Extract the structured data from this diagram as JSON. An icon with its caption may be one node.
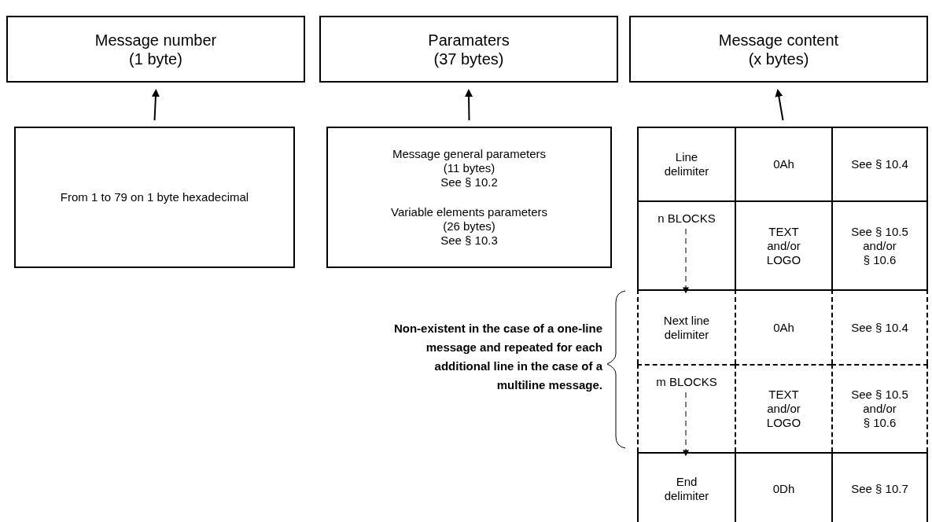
{
  "diagram": {
    "nodes": [
      {
        "text": [
          "Message number",
          "(1 byte)"
        ]
      },
      {
        "text": [
          "Paramaters",
          "(37 bytes)"
        ]
      },
      {
        "text": [
          "Message content",
          "(x bytes)"
        ]
      },
      {
        "text": [
          "From 1 to 79 on 1 byte hexadecimal"
        ]
      },
      {
        "text": [
          "Message general parameters",
          "(11 bytes)",
          "See § 10.2",
          "Variable elements parameters",
          "(26 bytes)",
          "See § 10.3"
        ]
      },
      {
        "text": [
          "Line",
          "delimiter"
        ]
      },
      {
        "text": [
          "0Ah"
        ]
      },
      {
        "text": [
          "See § 10.4"
        ]
      },
      {
        "text": [
          "n BLOCKS"
        ]
      },
      {
        "text": [
          "TEXT",
          "and/or",
          "LOGO"
        ]
      },
      {
        "text": [
          "See § 10.5",
          "and/or",
          "§ 10.6"
        ]
      },
      {
        "text": [
          "Next line",
          "delimiter"
        ]
      },
      {
        "text": [
          "0Ah"
        ]
      },
      {
        "text": [
          "See § 10.4"
        ]
      },
      {
        "text": [
          "m BLOCKS"
        ]
      },
      {
        "text": [
          "TEXT",
          "and/or",
          "LOGO"
        ]
      },
      {
        "text": [
          "See § 10.5",
          "and/or",
          "§ 10.6"
        ]
      },
      {
        "text": [
          "End",
          "delimiter"
        ]
      },
      {
        "text": [
          "0Dh"
        ]
      },
      {
        "text": [
          "See § 10.7"
        ]
      }
    ],
    "edges": [
      {
        "from": 3,
        "to": 0,
        "arrow": "to"
      },
      {
        "from": 4,
        "to": 1,
        "arrow": "to"
      },
      {
        "from": 6,
        "to": 2,
        "arrow": "to"
      },
      {
        "from": 8,
        "to": 11,
        "arrow": "to",
        "style": "dashed"
      },
      {
        "from": 14,
        "to": 17,
        "arrow": "to",
        "style": "dashed"
      }
    ],
    "labels": [
      "Non-existent in the case of a one-line message and repeated for each additional line in the case of a multiline message."
    ]
  }
}
